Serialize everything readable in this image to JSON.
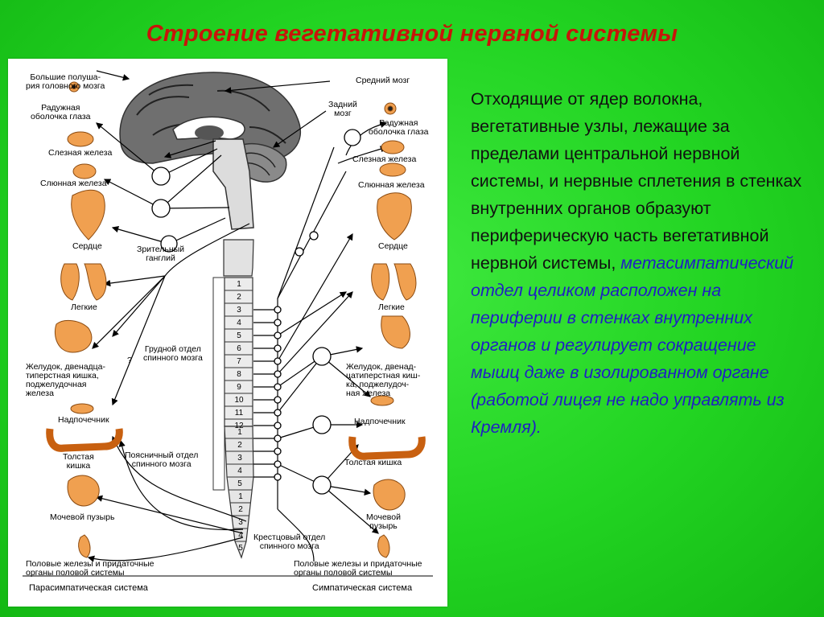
{
  "slide": {
    "title": "Строение вегетативной нервной системы",
    "body_text": "Отходящие от ядер волокна, вегетативные узлы, лежащие за пределами центральной нервной системы, и нервные сплетения в стенках внутренних органов образуют периферическую часть вегетативной нервной системы,",
    "emphasis_text": "метасимпатический отдел целиком расположен на периферии в стенках внутренних органов и регулирует сокращение мышц даже в изолированном органе (работой лицея не надо управлять из Кремля).",
    "colors": {
      "title": "#c8140a",
      "emphasis": "#1f1fc4",
      "background": "#22d422",
      "organ": "#f0a050"
    }
  },
  "diagram": {
    "labels": {
      "hemispheres": "Большие полуша-\nрия головного мозга",
      "midbrain": "Средний мозг",
      "hindbrain": "Задний\nмозг",
      "iris_left": "Радужная\nоболочка глаза",
      "iris_right": "Радужная\nоболочка глаза",
      "lacrimal_left": "Слезная железа",
      "lacrimal_right": "Слезная железа",
      "salivary_left": "Слюнная железа",
      "salivary_right": "Слюнная железа",
      "heart_left": "Сердце",
      "heart_right": "Сердце",
      "optic_ganglion": "Зрительный\nганглий",
      "lungs_left": "Легкие",
      "lungs_right": "Легкие",
      "thoracic": "Грудной отдел\nспинного мозга",
      "question": "?",
      "stomach_left": "Желудок, двенадца-\nтиперстная кишка,\nподжелудочная\nжелеза",
      "stomach_right": "Желудок, двенад-\nцатиперстная киш-\nка, поджелудоч-\nная железа",
      "adrenal_left": "Надпочечник",
      "adrenal_right": "Надпочечник",
      "colon_left": "Толстая\nкишка",
      "colon_right": "Толстая кишка",
      "lumbar": "Поясничный отдел\nспинного мозга",
      "bladder_left": "Мочевой пузырь",
      "bladder_right": "Мочевой\nпузырь",
      "sacral": "Крестцовый отдел\nспинного мозга",
      "gonads_left": "Половые железы и придаточные\nорганы половой системы",
      "gonads_right": "Половые железы и придаточные\nорганы половой системы",
      "parasympathetic": "Парасимпатическая система",
      "sympathetic": "Симпатическая система"
    },
    "thoracic_segments": [
      "1",
      "2",
      "3",
      "4",
      "5",
      "6",
      "7",
      "8",
      "9",
      "10",
      "11",
      "12"
    ],
    "lumbar_segments": [
      "1",
      "2",
      "3",
      "4",
      "5"
    ],
    "sacral_segments": [
      "1",
      "2",
      "3",
      "4",
      "5"
    ]
  }
}
